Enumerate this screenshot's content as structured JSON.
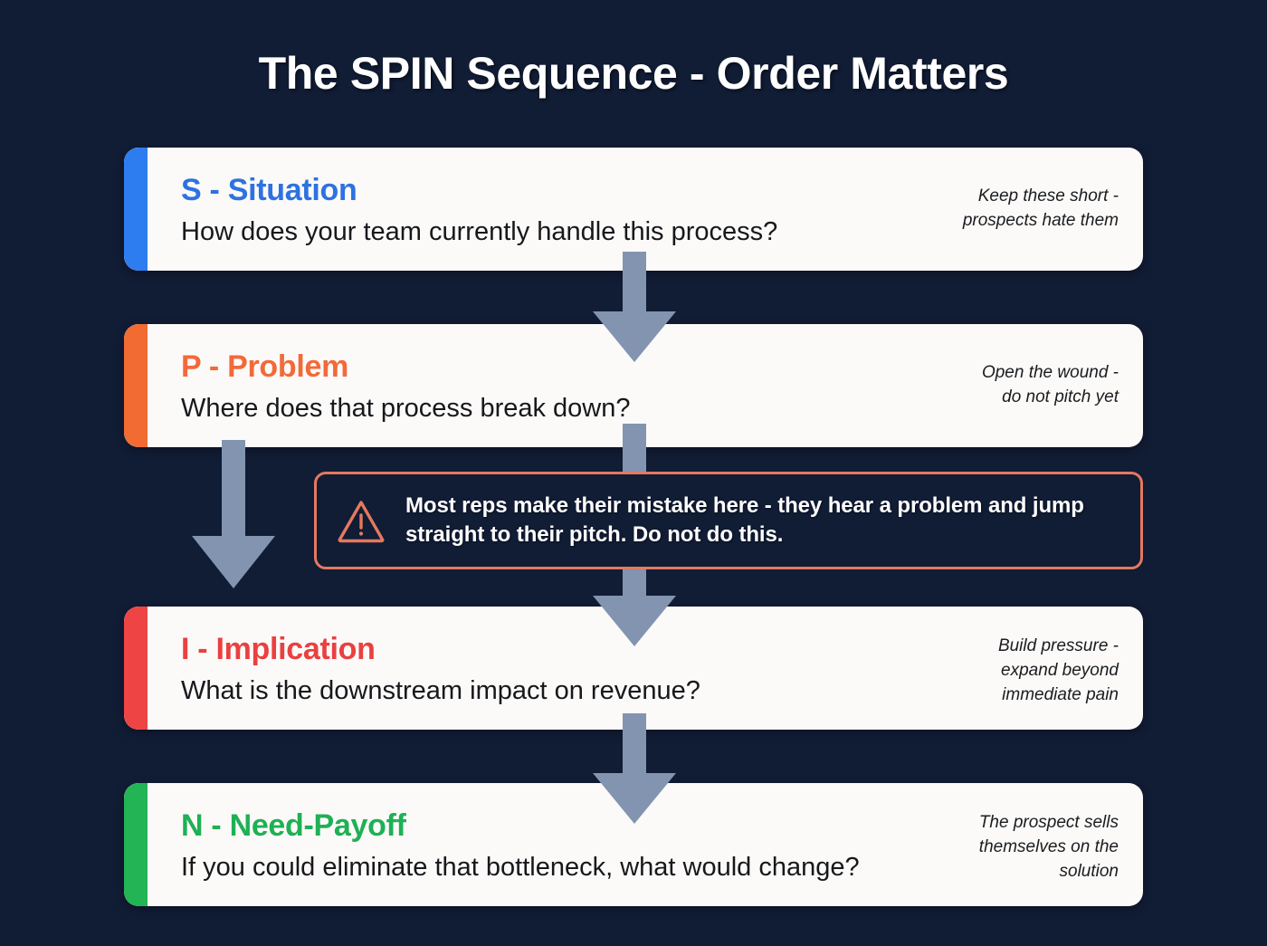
{
  "page": {
    "title": "The SPIN Sequence - Order Matters",
    "background_color": "#111c35",
    "card_background_color": "#fbfaf8",
    "arrow_color": "#8294b0"
  },
  "steps": [
    {
      "letter": "S",
      "heading": "S - Situation",
      "question": "How does your team currently handle this process?",
      "note": "Keep these short -\nprospects hate them",
      "accent_color": "#2d7df0",
      "heading_color": "#2d72e0"
    },
    {
      "letter": "P",
      "heading": "P - Problem",
      "question": "Where does that process break down?",
      "note": "Open the wound -\ndo not pitch yet",
      "accent_color": "#f26b33",
      "heading_color": "#f26a3a"
    },
    {
      "letter": "I",
      "heading": "I - Implication",
      "question": "What is the downstream impact on revenue?",
      "note": "Build pressure -\nexpand beyond\nimmediate pain",
      "accent_color": "#ee4444",
      "heading_color": "#ea4040"
    },
    {
      "letter": "N",
      "heading": "N - Need-Payoff",
      "question": "If you could eliminate that bottleneck, what would change?",
      "note": "The prospect sells\nthemselves on the\nsolution",
      "accent_color": "#22b455",
      "heading_color": "#1fb055"
    }
  ],
  "callout": {
    "icon": "warning-triangle-icon",
    "text": "Most reps make their mistake here - they hear a problem and jump straight to their pitch. Do not do this.",
    "border_color": "#e5795e",
    "text_color": "#ffffff"
  },
  "arrows": [
    {
      "name": "arrow-situation-to-problem",
      "direction": "down"
    },
    {
      "name": "arrow-problem-to-implication-left",
      "direction": "down"
    },
    {
      "name": "arrow-problem-to-callout",
      "direction": "down"
    },
    {
      "name": "arrow-callout-to-implication",
      "direction": "down"
    },
    {
      "name": "arrow-implication-to-needpayoff",
      "direction": "down"
    }
  ]
}
